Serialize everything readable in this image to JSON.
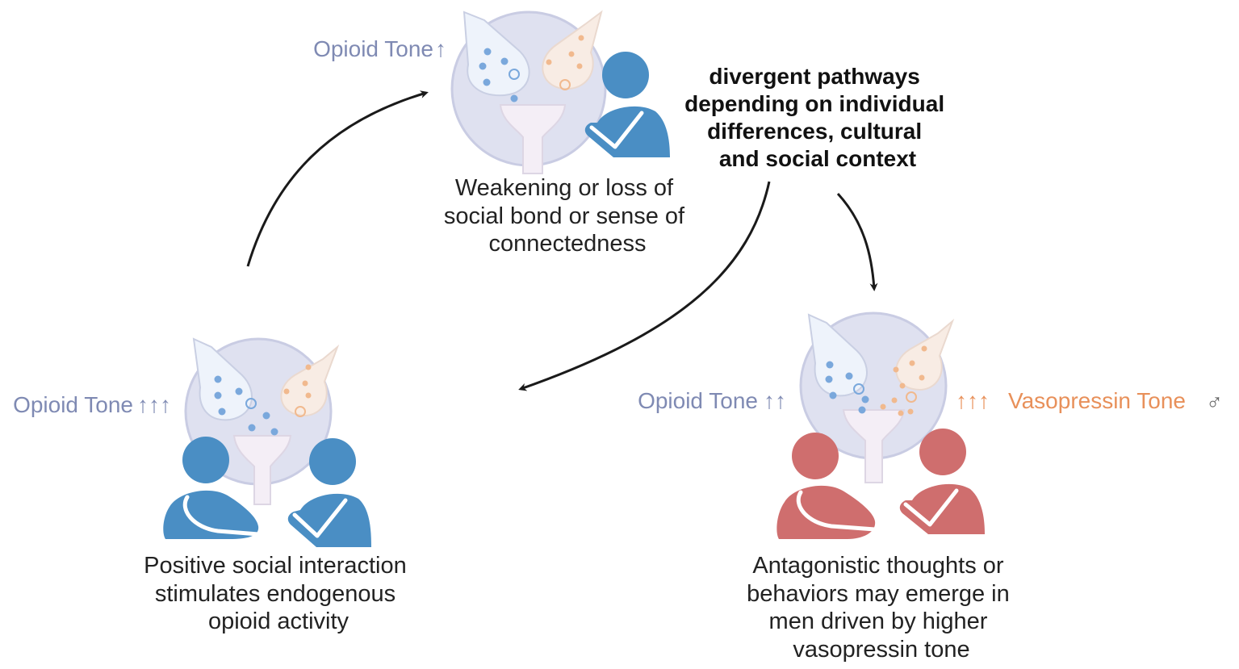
{
  "colors": {
    "opioid": "#7f8ab3",
    "vasopressin": "#e8905a",
    "person_blue": "#4a8ec4",
    "person_red": "#cf6e6e",
    "circle_fill": "#dfe1f0",
    "circle_stroke": "#c9cce3",
    "arrow": "#1a1a1a",
    "male_symbol": "#666666"
  },
  "top_scene": {
    "tone_label": "Opioid Tone",
    "tone_arrows": "↑",
    "caption": [
      "Weakening or loss of",
      "social bond or sense of",
      "connectedness"
    ]
  },
  "context_note": {
    "lines": [
      "divergent pathways",
      "depending on individual",
      "differences, cultural",
      "and social context"
    ]
  },
  "left_scene": {
    "tone_label": "Opioid Tone",
    "tone_arrows": "↑↑↑",
    "caption": [
      "Positive social interaction",
      "stimulates endogenous",
      "opioid activity"
    ]
  },
  "right_scene": {
    "opioid_label": "Opioid Tone",
    "opioid_arrows": "↑↑",
    "vasopressin_arrows": "↑↑↑",
    "vasopressin_label": "Vasopressin Tone",
    "male_symbol": "♂",
    "caption": [
      "Antagonistic thoughts or",
      "behaviors may emerge in",
      "men driven by higher",
      "vasopressin tone"
    ]
  }
}
